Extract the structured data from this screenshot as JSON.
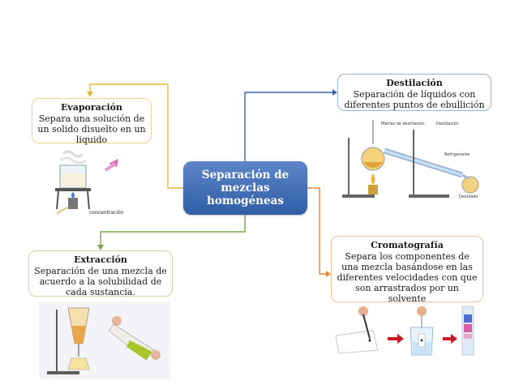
{
  "center": {
    "title": "Separación de mezclas homogéneas"
  },
  "nodes": {
    "evaporacion": {
      "title": "Evaporación",
      "text": "Separa una solución de un solido disuelto en un liquido"
    },
    "destilacion": {
      "title": "Destilación",
      "text": "Separación de líquidos con diferentes puntos de ebullición"
    },
    "extraccion": {
      "title": "Extracción",
      "text": "Separación de una mezcla de acuerdo a la solubilidad de cada sustancia."
    },
    "cromatografia": {
      "title": "Cromatografía",
      "text": "Separa los componentes de una mezcla basándose en las diferentes velocidades con que son arrastrados por un solvente"
    }
  },
  "illustrations": {
    "evaporacion_label": "concentración",
    "destilacion_labels": {
      "matraz": "Matraz de destilación",
      "destilacion": "Destilación",
      "refrigerante": "Refrigerante",
      "destilado": "Destilado"
    }
  },
  "colors": {
    "center_fill": "#3b66ad",
    "evaporacion_line": "#e8b73a",
    "destilacion_line": "#3a63ad",
    "extraccion_line": "#7aa64a",
    "cromatografia_line": "#e08a3a"
  }
}
